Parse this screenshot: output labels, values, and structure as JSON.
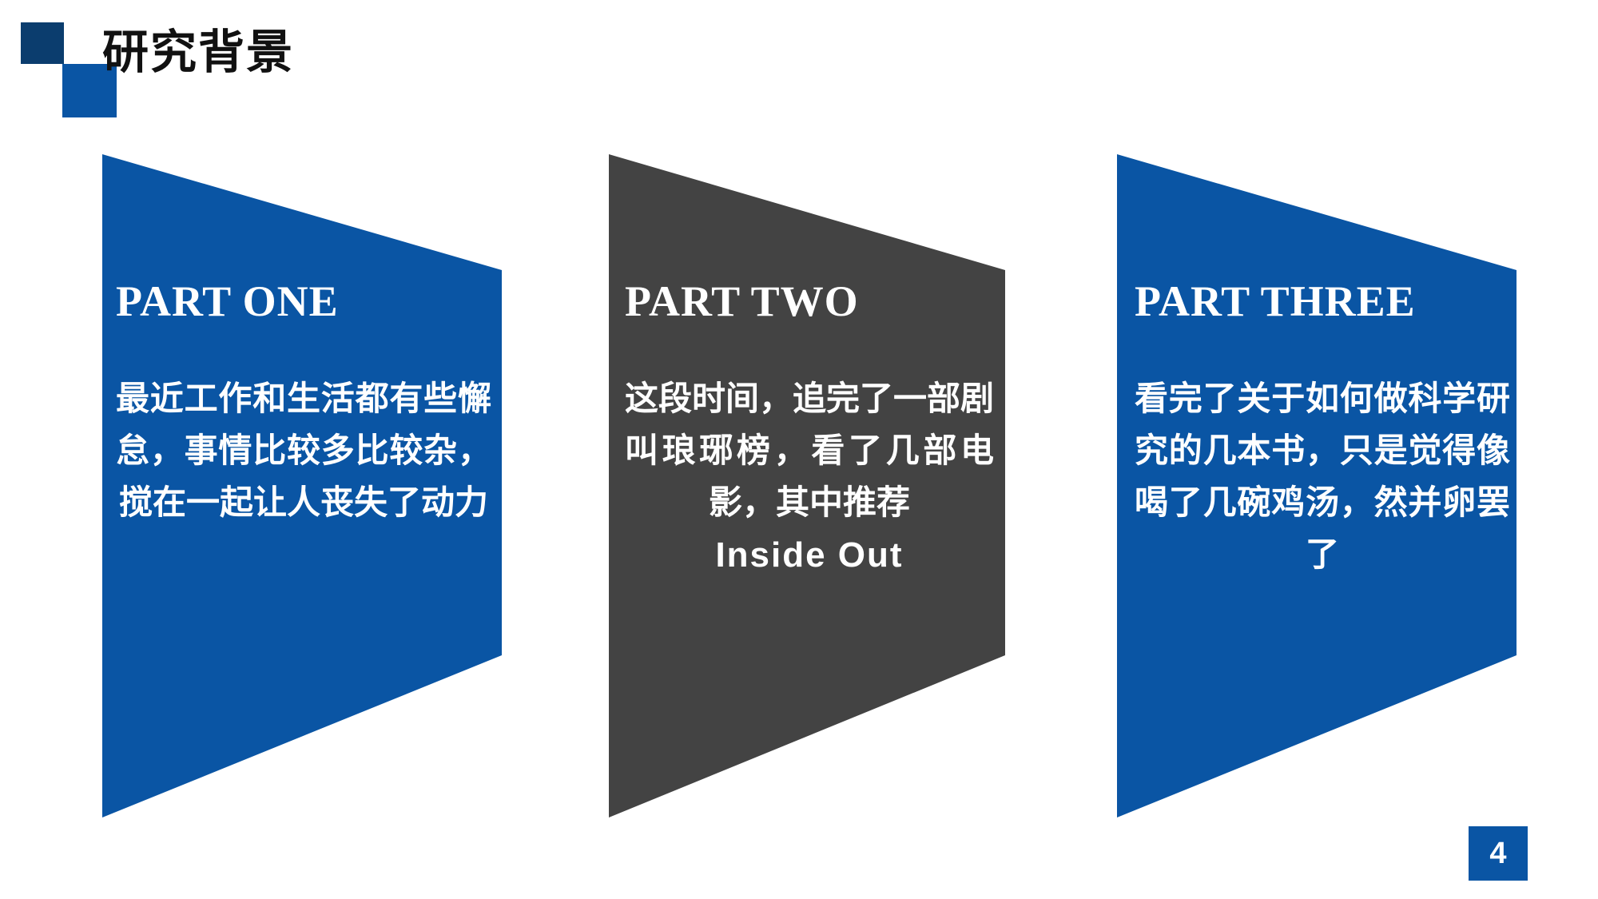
{
  "slide": {
    "title": "研究背景",
    "page_number": "4",
    "background_color": "#ffffff",
    "accent_blue": "#0a55a4",
    "accent_navy": "#0b3d6e",
    "accent_gray": "#434343"
  },
  "header": {
    "title": "研究背景",
    "square_dark_color": "#0b3d6e",
    "square_blue_color": "#0a55a4"
  },
  "panels": [
    {
      "id": "one",
      "label": "PART ONE",
      "body": "最近工作和生活都有些懈怠，事情比较多比较杂，搅在一起让人丧失了动力",
      "extra": "",
      "color": "#0a55a4"
    },
    {
      "id": "two",
      "label": "PART TWO",
      "body": "这段时间，追完了一部剧叫琅琊榜，看了几部电影，其中推荐",
      "extra": "Inside Out",
      "color": "#434343"
    },
    {
      "id": "three",
      "label": "PART THREE",
      "body": "看完了关于如何做科学研究的几本书，只是觉得像喝了几碗鸡汤，然并卵罢了",
      "extra": "",
      "color": "#0a55a4"
    }
  ]
}
